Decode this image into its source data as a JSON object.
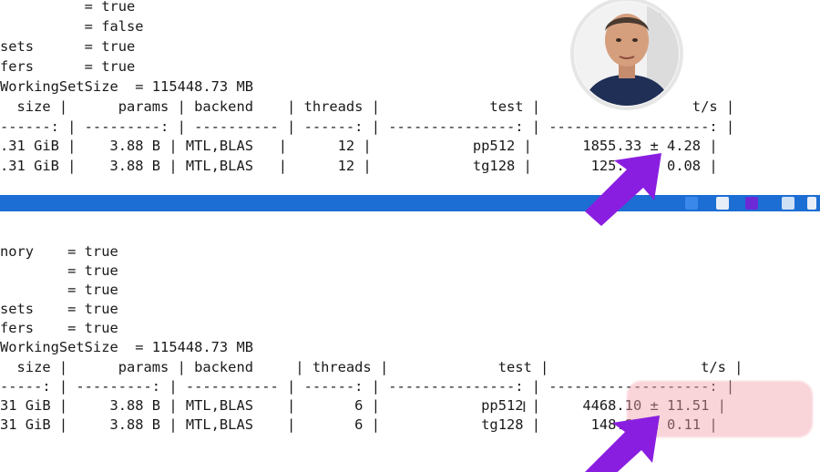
{
  "top": {
    "lines": [
      "          = true",
      "          = false",
      "sets      = true",
      "fers      = true",
      "WorkingSetSize  = 115448.73 MB",
      "  size |      params | backend    | threads |             test |                  t/s |",
      "------: | ---------: | ---------- | ------: | ---------------: | -------------------: |",
      ".31 GiB |    3.88 B | MTL,BLAS   |      12 |            pp512 |      1855.33 ± 4.28 |",
      ".31 GiB |    3.88 B | MTL,BLAS   |      12 |            tg128 |       125.43 ± 0.08 |"
    ]
  },
  "bottom": {
    "lines": [
      "nory    = true",
      "        = true",
      "        = true",
      "sets    = true",
      "fers    = true",
      "WorkingSetSize  = 115448.73 MB",
      "  size |      params | backend     | threads |             test |                  t/s |",
      "-----: | ---------: | ----------- | ------: | ---------------: | -------------------: |",
      "31 GiB |     3.88 B | MTL,BLAS    |       6 |            pp512 |     4468.10 ± 11.51 |",
      "31 GiB |     3.88 B | MTL,BLAS    |       6 |            tg128 |      148.88 ± 0.11 |"
    ]
  },
  "colors": {
    "arrow": "#8a1ee0",
    "bar": "#1c6ed4",
    "highlight": "#f2a0aa"
  },
  "icons": [
    "person-icon",
    "arrow-icon",
    "menubar-icon"
  ]
}
